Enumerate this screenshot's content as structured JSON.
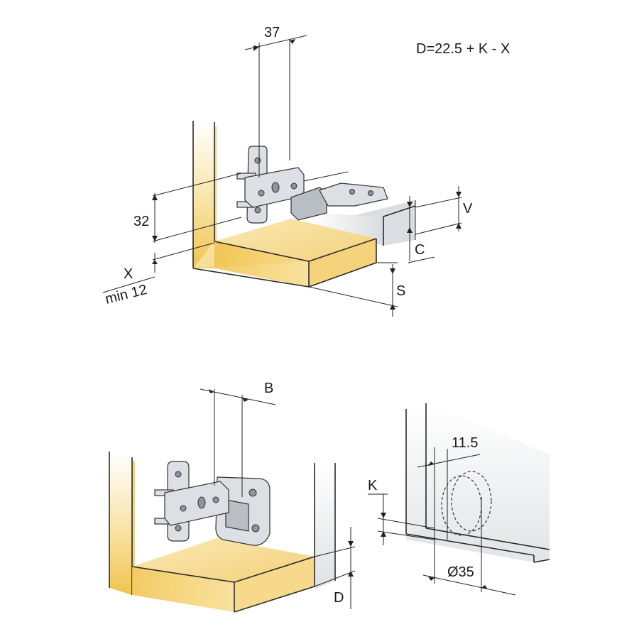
{
  "labels": {
    "formula": "D=22.5 + K - X",
    "dim_37": "37",
    "dim_32": "32",
    "dim_x": "X",
    "dim_x_min": "min 12",
    "dim_v": "V",
    "dim_c": "C",
    "dim_s": "S",
    "dim_b": "B",
    "dim_d": "D",
    "dim_k": "K",
    "dim_11_5": "11.5",
    "dim_diameter": "Ø35"
  },
  "colors": {
    "wood_light": "#fdf3d8",
    "wood_mid": "#f6d98a",
    "wood_dark": "#efc24f",
    "panel_grey": "#e3e5e8",
    "metal": "#dcdfe3"
  }
}
